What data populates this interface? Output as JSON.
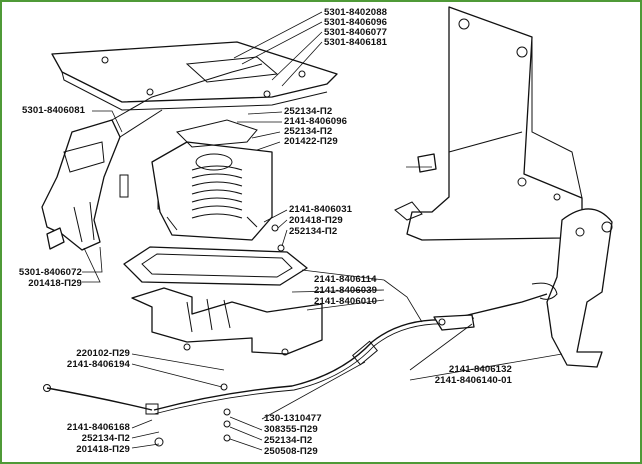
{
  "callouts": {
    "top_group": [
      "5301-8402088",
      "5301-8406096",
      "5301-8406077",
      "5301-8406181"
    ],
    "left_pedal": "5301-8406081",
    "mid_right_1": [
      "252134-П2",
      "2141-8406096",
      "252134-П2",
      "201422-П29"
    ],
    "mid_right_2": [
      "2141-8406031",
      "201418-П29",
      "252134-П2"
    ],
    "left_bottom": [
      "5301-8406072",
      "201418-П29"
    ],
    "lower_right": [
      "2141-8406114",
      "2141-8406039",
      "2141-8406010"
    ],
    "cable_left": [
      "220102-П29",
      "2141-8406194"
    ],
    "cable_end_right": [
      "2141-8406132",
      "2141-8406140-01"
    ],
    "bottom_left": [
      "2141-8406168",
      "252134-П2",
      "201418-П29"
    ],
    "bottom_center": [
      "130-1310477",
      "308355-П29",
      "252134-П2",
      "250508-П29"
    ]
  }
}
